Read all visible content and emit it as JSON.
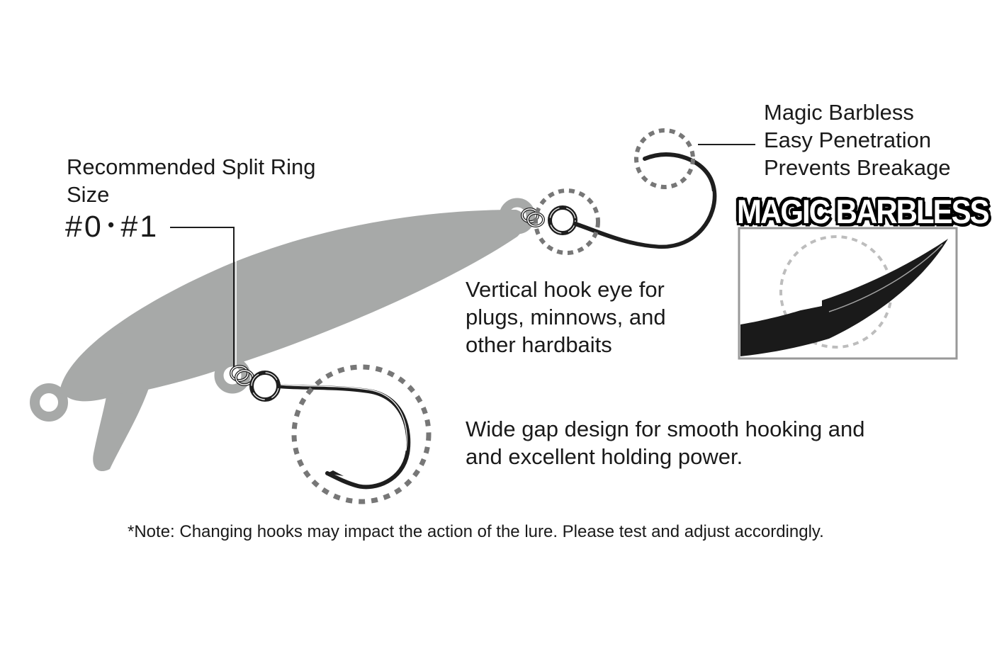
{
  "labels": {
    "split_ring": {
      "lines": [
        "Recommended Split Ring",
        "Size"
      ],
      "size": "#0･#1"
    },
    "barbless": {
      "lines": [
        "Magic Barbless",
        "Easy Penetration",
        "Prevents Breakage"
      ]
    },
    "logo": "MAGIC BARBLESS",
    "hook_eye": {
      "lines": [
        "Vertical hook eye for",
        "plugs, minnows, and",
        "other hardbaits"
      ]
    },
    "wide_gap": {
      "lines": [
        "Wide gap design for smooth hooking and",
        "and excellent holding power."
      ]
    },
    "note": "*Note: Changing hooks may impact the action of the lure. Please test and adjust accordingly."
  },
  "colors": {
    "lure_body": "#a7a9a8",
    "hook": "#1e1e1e",
    "dashed_circle": "#777777",
    "light_dashed_circle": "#bdbdbd",
    "text": "#1a1a1a",
    "inset_frame": "#999999"
  },
  "icons": {
    "lure": "lure-silhouette",
    "hooks": [
      "single-hook-tail",
      "single-hook-nose"
    ],
    "rings": [
      "split-ring-tail",
      "split-ring-nose"
    ]
  }
}
